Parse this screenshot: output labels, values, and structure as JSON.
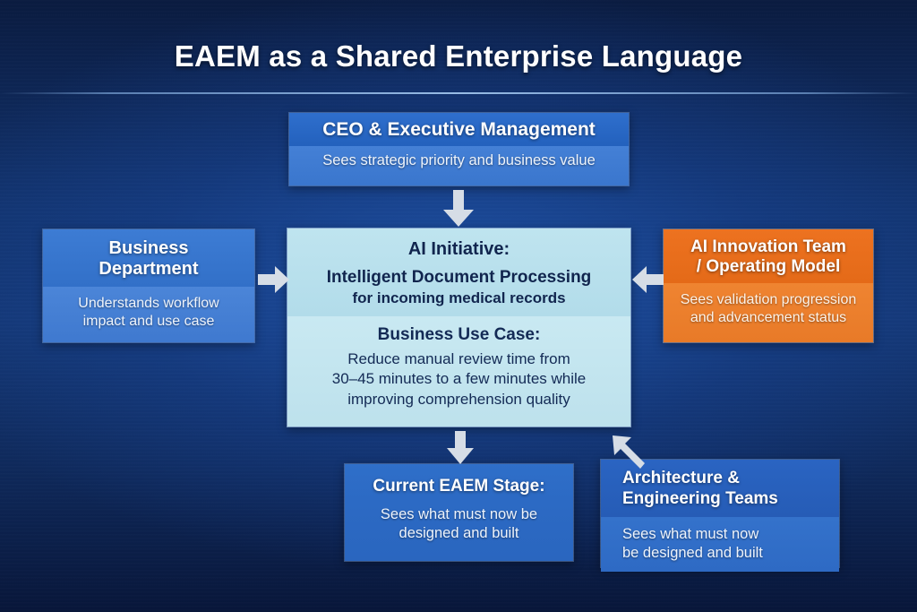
{
  "title": "EAEM as a Shared Enterprise Language",
  "boxes": {
    "ceo": {
      "heading": "CEO & Executive Management",
      "body": "Sees strategic priority and business value",
      "color": "#2f6fcd"
    },
    "business": {
      "heading_line1": "Business",
      "heading_line2": "Department",
      "body_line1": "Understands workflow",
      "body_line2": "impact and use case",
      "color": "#3d7cd4"
    },
    "center": {
      "initiative_label": "AI Initiative:",
      "initiative_name": "Intelligent Document Processing",
      "initiative_scope": "for incoming medical records",
      "use_case_label": "Business Use Case:",
      "use_case_line1": "Reduce manual review time from",
      "use_case_line2": "30–45 minutes to a few minutes while",
      "use_case_line3": "improving comprehension quality",
      "color": "#c9e9f2"
    },
    "innovation": {
      "heading_line1": "AI Innovation Team",
      "heading_line2": "/ Operating Model",
      "body_line1": "Sees validation progression",
      "body_line2": "and advancement status",
      "color": "#ed7220"
    },
    "stage": {
      "heading": "Current EAEM Stage:",
      "body_line1": "Sees what must now be",
      "body_line2": "designed and built",
      "color": "#2c6ac4"
    },
    "architecture": {
      "heading_line1": "Architecture &",
      "heading_line2": "Engineering Teams",
      "body_line1": "Sees what must now",
      "body_line2": "be designed and built",
      "color": "#2e6ac4"
    }
  },
  "arrows": [
    {
      "name": "ceo-to-center",
      "direction": "down"
    },
    {
      "name": "business-to-center",
      "direction": "right"
    },
    {
      "name": "innovation-to-center",
      "direction": "left"
    },
    {
      "name": "center-to-stage",
      "direction": "down"
    },
    {
      "name": "architecture-to-center",
      "direction": "up-left"
    }
  ],
  "palette": {
    "background_dark": "#0a1b40",
    "background_mid": "#143876",
    "arrow": "#d6dde6",
    "title_text": "#ffffff"
  }
}
